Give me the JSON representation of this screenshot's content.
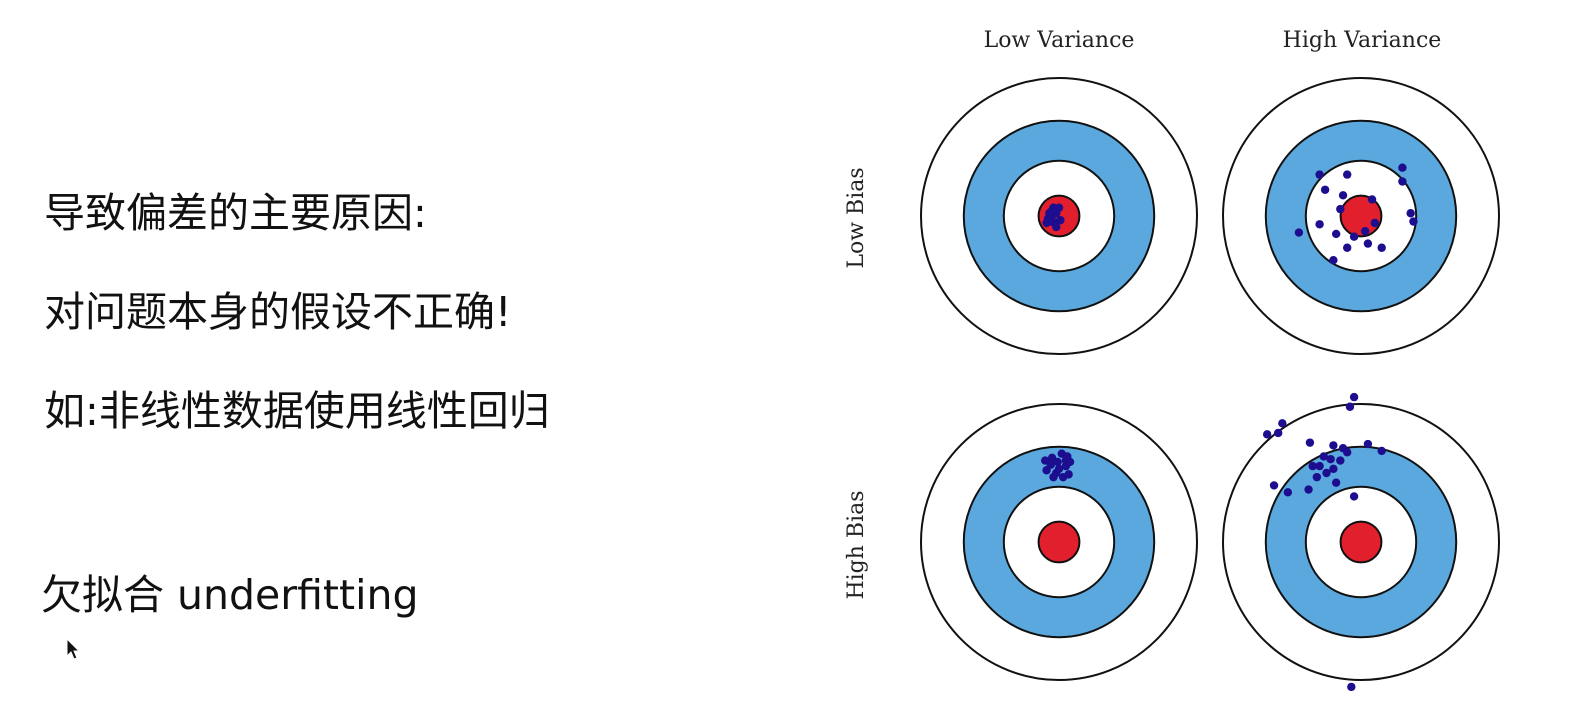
{
  "text": {
    "line1": "导致偏差的主要原因:",
    "line2": "对问题本身的假设不正确!",
    "line3": "如:非线性数据使用线性回归",
    "line4": "欠拟合 underfitting"
  },
  "diagram": {
    "col_labels": [
      "Low Variance",
      "High Variance"
    ],
    "row_labels": [
      "Low Bias",
      "High Bias"
    ],
    "colors": {
      "outer_ring": "#ffffff",
      "middle_ring": "#5aa8dd",
      "inner_ring": "#ffffff",
      "bullseye": "#e11f2d",
      "dots": "#1d0d8f",
      "stroke": "#111111"
    },
    "targets": [
      {
        "name": "low-bias-low-variance",
        "shots": [
          [
            -0.05,
            0
          ],
          [
            -0.02,
            -0.02
          ],
          [
            -0.06,
            0.04
          ],
          [
            -0.03,
            0.05
          ],
          [
            0.01,
            0.03
          ],
          [
            -0.07,
            -0.02
          ],
          [
            -0.04,
            -0.06
          ],
          [
            0.0,
            -0.06
          ],
          [
            -0.08,
            0.02
          ],
          [
            -0.02,
            0.08
          ],
          [
            -0.09,
            0.05
          ],
          [
            -0.05,
            -0.04
          ]
        ]
      },
      {
        "name": "low-bias-high-variance",
        "shots": [
          [
            -0.3,
            0.06
          ],
          [
            -0.45,
            0.12
          ],
          [
            -0.3,
            -0.3
          ],
          [
            -0.1,
            -0.3
          ],
          [
            -0.13,
            -0.15
          ],
          [
            0.3,
            -0.35
          ],
          [
            0.3,
            -0.25
          ],
          [
            0.36,
            -0.02
          ],
          [
            0.38,
            0.04
          ],
          [
            0.15,
            0.23
          ],
          [
            -0.1,
            0.23
          ],
          [
            -0.2,
            0.32
          ],
          [
            -0.15,
            -0.05
          ],
          [
            0.1,
            0.05
          ],
          [
            0.05,
            0.2
          ],
          [
            -0.05,
            0.15
          ],
          [
            0.03,
            0.11
          ],
          [
            -0.18,
            0.13
          ],
          [
            -0.26,
            -0.19
          ],
          [
            0.08,
            -0.12
          ]
        ]
      },
      {
        "name": "high-bias-low-variance",
        "shots": [
          [
            -0.1,
            -0.59
          ],
          [
            -0.05,
            -0.61
          ],
          [
            -0.01,
            -0.58
          ],
          [
            0.05,
            -0.55
          ],
          [
            0.07,
            -0.49
          ],
          [
            0.03,
            -0.47
          ],
          [
            -0.02,
            -0.5
          ],
          [
            -0.09,
            -0.52
          ],
          [
            0.0,
            -0.53
          ],
          [
            0.05,
            -0.59
          ],
          [
            -0.06,
            -0.56
          ],
          [
            0.02,
            -0.64
          ],
          [
            0.08,
            -0.58
          ],
          [
            -0.04,
            -0.47
          ],
          [
            0.06,
            -0.62
          ]
        ]
      },
      {
        "name": "high-bias-high-variance",
        "shots": [
          [
            -0.6,
            -0.79
          ],
          [
            -0.57,
            -0.86
          ],
          [
            -0.68,
            -0.78
          ],
          [
            -0.37,
            -0.72
          ],
          [
            -0.3,
            -0.55
          ],
          [
            -0.2,
            -0.7
          ],
          [
            -0.13,
            -0.68
          ],
          [
            -0.27,
            -0.62
          ],
          [
            -0.35,
            -0.55
          ],
          [
            -0.2,
            -0.53
          ],
          [
            -0.18,
            -0.43
          ],
          [
            -0.38,
            -0.38
          ],
          [
            -0.63,
            -0.41
          ],
          [
            -0.53,
            -0.36
          ],
          [
            -0.15,
            -0.59
          ],
          [
            -0.32,
            -0.47
          ],
          [
            0.15,
            -0.66
          ],
          [
            0.05,
            -0.71
          ],
          [
            -0.05,
            -0.33
          ],
          [
            -0.25,
            -0.5
          ],
          [
            -0.07,
            1.05
          ],
          [
            -0.05,
            -1.05
          ],
          [
            -0.08,
            -0.98
          ],
          [
            -0.1,
            -0.65
          ],
          [
            -0.22,
            -0.6
          ]
        ]
      }
    ]
  }
}
